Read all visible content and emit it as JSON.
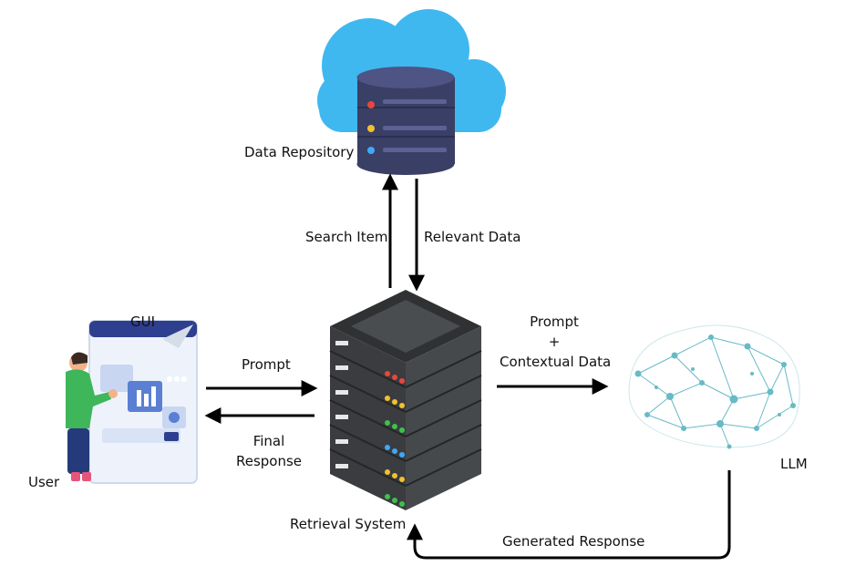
{
  "nodes": {
    "data_repository": {
      "label": "Data Repository",
      "icon": "cloud-database-icon"
    },
    "retrieval_system": {
      "label": "Retrieval System",
      "icon": "server-rack-icon"
    },
    "user": {
      "label": "User",
      "icon": "user-person-icon"
    },
    "gui": {
      "label": "GUI",
      "icon": "gui-window-icon"
    },
    "llm": {
      "label": "LLM",
      "icon": "neural-brain-icon"
    }
  },
  "edges": {
    "search_item": {
      "label": "Search Item",
      "from": "Retrieval System",
      "to": "Data Repository"
    },
    "relevant_data": {
      "label": "Relevant Data",
      "from": "Data Repository",
      "to": "Retrieval System"
    },
    "prompt_in": {
      "label": "Prompt",
      "from": "User",
      "to": "Retrieval System"
    },
    "final_response": {
      "line1": "Final",
      "line2": "Response",
      "from": "Retrieval System",
      "to": "User"
    },
    "prompt_context": {
      "line1": "Prompt",
      "line2": "+",
      "line3": "Contextual Data",
      "from": "Retrieval System",
      "to": "LLM"
    },
    "generated_response": {
      "label": "Generated Response",
      "from": "LLM",
      "to": "Retrieval System"
    }
  },
  "colors": {
    "cloud": "#3fb8f0",
    "db_body": "#3a3f66",
    "db_top": "#4e5483",
    "server_dark": "#2f3133",
    "server_face": "#46494c",
    "arrow": "#000000",
    "brain": "#5fb7c4",
    "led_red": "#e8463c",
    "led_yellow": "#f2c12e",
    "led_green": "#3cc24a",
    "led_blue": "#3fa9f5"
  }
}
